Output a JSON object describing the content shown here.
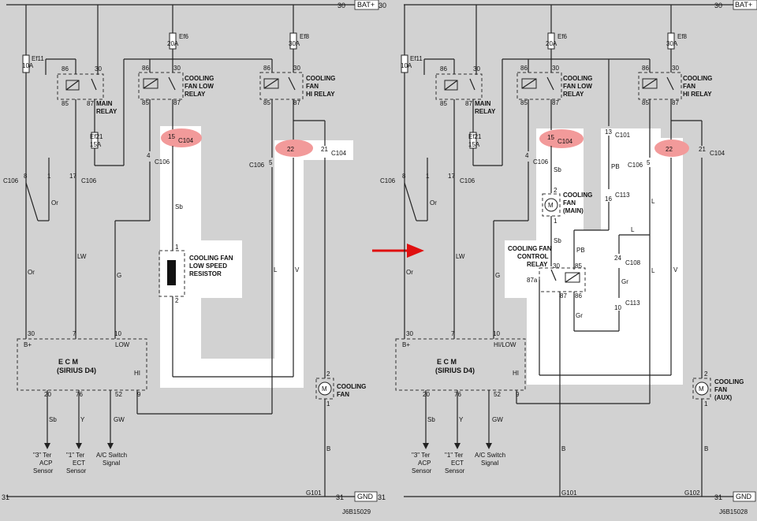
{
  "left": {
    "top_rail": {
      "num": "30",
      "bus": "BAT+",
      "num2": "30"
    },
    "bottom_rail": {
      "num": "31",
      "num2": "31",
      "bus": "GND",
      "ground": "G101"
    },
    "fuses": {
      "ef11": {
        "name": "Ef11",
        "rating": "10A"
      },
      "ef6": {
        "name": "Ef6",
        "rating": "20A"
      },
      "ef8": {
        "name": "Ef8",
        "rating": "30A"
      },
      "ef21": {
        "name": "Ef21",
        "rating": "15A"
      }
    },
    "relays": {
      "main": {
        "line1": "MAIN",
        "line2": "RELAY",
        "p86": "86",
        "p30": "30",
        "p85": "85",
        "p87": "87"
      },
      "low": {
        "line1": "COOLING",
        "line2": "FAN LOW",
        "line3": "RELAY",
        "p86": "86",
        "p30": "30",
        "p85": "85",
        "p87": "87"
      },
      "hi": {
        "line1": "COOLING",
        "line2": "FAN",
        "line3": "HI RELAY",
        "p86": "86",
        "p30": "30",
        "p85": "85",
        "p87": "87"
      }
    },
    "connectors": {
      "c104_15": {
        "pin": "15",
        "name": "C104"
      },
      "c104_22": {
        "pin": "22"
      },
      "c104_21": {
        "pin": "21",
        "name": "C104"
      },
      "c106_4": {
        "pin": "4",
        "name": "C106"
      },
      "c106_5": {
        "pin": "5",
        "name": "C106"
      },
      "c106_row": {
        "name": "C106",
        "p8": "8",
        "p1": "1",
        "p17": "17",
        "name2": "C106"
      }
    },
    "wires": {
      "sb": "Sb",
      "or1": "Or",
      "or2": "Or",
      "lw": "LW",
      "g": "G",
      "l": "L",
      "v": "V",
      "b": "B"
    },
    "resistor": {
      "line1": "COOLING FAN",
      "line2": "LOW SPEED",
      "line3": "RESISTOR",
      "p1": "1",
      "p2": "2"
    },
    "fan": {
      "line1": "COOLING",
      "line2": "FAN",
      "p2": "2",
      "p1": "1",
      "symbol": "M"
    },
    "ecm": {
      "title": "E C M",
      "subtitle": "(SIRIUS D4)",
      "bplus": "B+",
      "low": "LOW",
      "hi": "HI",
      "p30": "30",
      "p7": "7",
      "p10": "10",
      "p20": "20",
      "p76": "76",
      "p52": "52",
      "p9": "9"
    },
    "signals": {
      "acp": {
        "line1": "\"3\" Ter",
        "line2": "ACP",
        "line3": "Sensor",
        "wire": "Sb"
      },
      "ect": {
        "line1": "\"1\" Ter",
        "line2": "ECT",
        "line3": "Sensor",
        "wire": "Y"
      },
      "ac": {
        "line1": "A/C Switch",
        "line2": "Signal",
        "wire": "GW"
      }
    },
    "code": "J6B15029"
  },
  "right": {
    "top_rail": {
      "num": "30",
      "bus": "BAT+"
    },
    "bottom_rail": {
      "num": "31",
      "bus": "GND",
      "ground1": "G101",
      "ground2": "G102"
    },
    "fuses": {
      "ef11": {
        "name": "Ef11",
        "rating": "10A"
      },
      "ef6": {
        "name": "Ef6",
        "rating": "20A"
      },
      "ef8": {
        "name": "Ef8",
        "rating": "30A"
      },
      "ef21": {
        "name": "Ef21",
        "rating": "15A"
      }
    },
    "relays": {
      "main": {
        "line1": "MAIN",
        "line2": "RELAY",
        "p86": "86",
        "p30": "30",
        "p85": "85",
        "p87": "87"
      },
      "low": {
        "line1": "COOLING",
        "line2": "FAN LOW",
        "line3": "RELAY",
        "p86": "86",
        "p30": "30",
        "p85": "85",
        "p87": "87"
      },
      "hi": {
        "line1": "COOLING",
        "line2": "FAN",
        "line3": "HI RELAY",
        "p86": "86",
        "p30": "30",
        "p85": "85",
        "p87": "87"
      },
      "control": {
        "line1": "COOLING FAN",
        "line2": "CONTROL",
        "line3": "RELAY",
        "p30": "30",
        "p85": "85",
        "p87a": "87a",
        "p87": "87",
        "p86": "86"
      }
    },
    "connectors": {
      "c104_15": {
        "pin": "15",
        "name": "C104"
      },
      "c104_22": {
        "pin": "22"
      },
      "c104_21": {
        "pin": "21",
        "name": "C104"
      },
      "c101": {
        "pin": "13",
        "name": "C101"
      },
      "c113a": {
        "pin": "16",
        "name": "C113"
      },
      "c108": {
        "pin": "24",
        "name": "C108"
      },
      "c113b": {
        "pin": "10",
        "name": "C113"
      },
      "c106_4": {
        "pin": "4",
        "name": "C106"
      },
      "c106_5": {
        "pin": "5",
        "name": "C106"
      },
      "c106_row": {
        "name": "C106",
        "p8": "8",
        "p1": "1",
        "p17": "17",
        "name2": "C106"
      }
    },
    "wires": {
      "sb1": "Sb",
      "sb2": "Sb",
      "pb1": "PB",
      "pb2": "PB",
      "l1": "L",
      "l2": "L",
      "l3": "L",
      "gr1": "Gr",
      "gr2": "Gr",
      "or1": "Or",
      "or2": "Or",
      "lw": "LW",
      "g": "G",
      "v": "V",
      "b1": "B",
      "b2": "B"
    },
    "fan_main": {
      "line1": "COOLING",
      "line2": "FAN",
      "line3": "(MAIN)",
      "p2": "2",
      "p1": "1",
      "symbol": "M"
    },
    "fan_aux": {
      "line1": "COOLING",
      "line2": "FAN",
      "line3": "(AUX)",
      "p2": "2",
      "p1": "1",
      "symbol": "M"
    },
    "ecm": {
      "title": "E C M",
      "subtitle": "(SIRIUS D4)",
      "bplus": "B+",
      "hilow": "HI/LOW",
      "hi": "HI",
      "p30": "30",
      "p7": "7",
      "p10": "10",
      "p20": "20",
      "p76": "76",
      "p52": "52",
      "p9": "9"
    },
    "signals": {
      "acp": {
        "line1": "\"3\" Ter",
        "line2": "ACP",
        "line3": "Sensor",
        "wire": "Sb"
      },
      "ect": {
        "line1": "\"1\" Ter",
        "line2": "ECT",
        "line3": "Sensor",
        "wire": "Y"
      },
      "ac": {
        "line1": "A/C Switch",
        "line2": "Signal",
        "wire": "GW"
      }
    },
    "code": "J6B15028"
  },
  "colors": {
    "arrow": "#e01010",
    "highlight": "#f29a9a",
    "panel": "#ffffff",
    "background": "#d2d2d2"
  }
}
